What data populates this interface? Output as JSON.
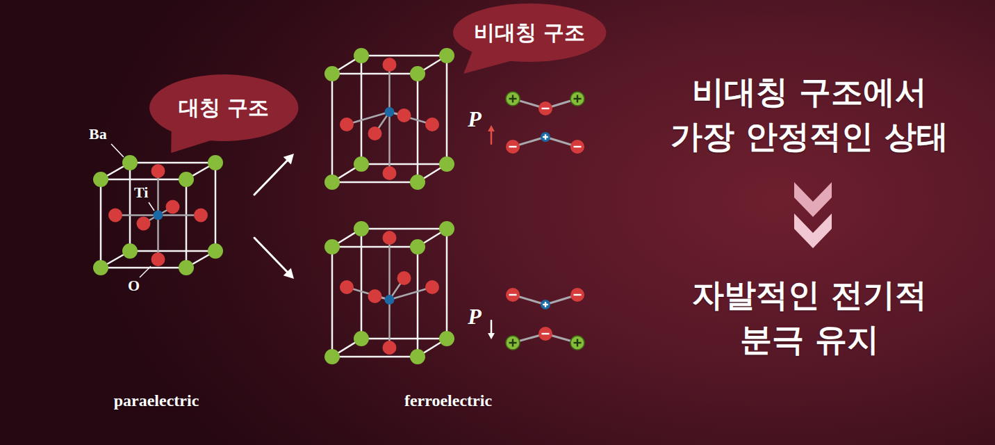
{
  "diagram": {
    "nodes": [
      {
        "text": [
          "대칭 구조"
        ]
      },
      {
        "text": [
          "비대칭 구조"
        ]
      }
    ],
    "labels": [
      "Ba",
      "Ti",
      "O",
      "P",
      "P",
      "paraelectric",
      "ferroelectric",
      "비대칭 구조에서 가장 안정적인 상태",
      "자발적인 전기적 분극 유지"
    ]
  }
}
